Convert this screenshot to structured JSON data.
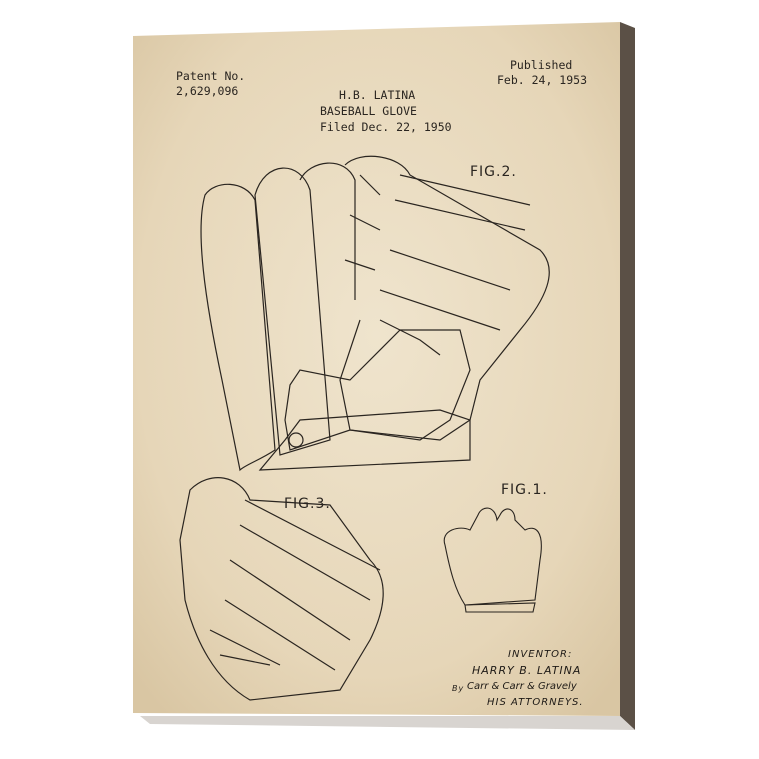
{
  "patent": {
    "patent_no_label": "Patent No.",
    "patent_no": "2,629,096",
    "published_label": "Published",
    "published_date": "Feb. 24, 1953",
    "inventor_name_header": "H.B. LATINA",
    "title": "BASEBALL GLOVE",
    "filed": "Filed Dec. 22, 1950"
  },
  "figures": {
    "fig1": "FIG.1.",
    "fig2": "FIG.2.",
    "fig3": "FIG.3."
  },
  "signature": {
    "inventor_label": "INVENTOR:",
    "inventor_name": "HARRY B. LATINA",
    "by": "By",
    "attorneys_signature": "Carr & Carr & Gravely",
    "attorneys_label": "HIS ATTORNEYS."
  },
  "colors": {
    "paper": "#e9dcc3",
    "ink": "#2a2520",
    "canvas_edge": "#5b5046"
  }
}
